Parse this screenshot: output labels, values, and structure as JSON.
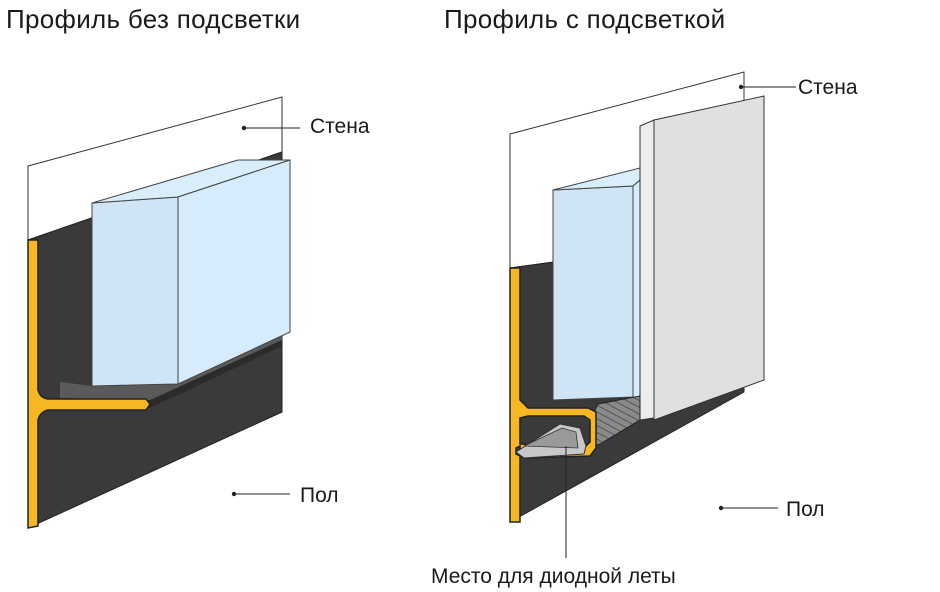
{
  "titles": {
    "left": "Профиль без подсветки",
    "right": "Профиль с подсветкой"
  },
  "labels": {
    "wall_left": "Стена",
    "floor_left": "Пол",
    "wall_right": "Стена",
    "floor_right": "Пол",
    "led_slot": "Место для диодной леты"
  },
  "colors": {
    "profile": "#f5b723",
    "floor": "#3a3a3a",
    "wall": "#ffffff",
    "glass": "#d3e9f9",
    "panel": "#e0e0e0",
    "outline": "#222222"
  }
}
